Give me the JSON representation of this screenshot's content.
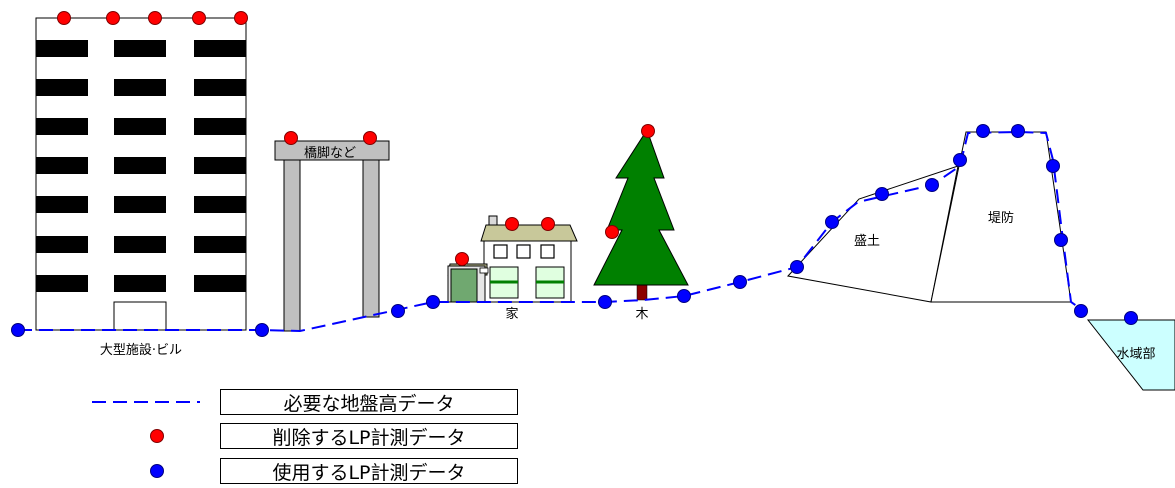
{
  "labels": {
    "building": "大型施設·ビル",
    "bridge": "橋脚など",
    "house": "家",
    "tree": "木",
    "fill": "盛土",
    "levee": "堤防",
    "water": "水域部"
  },
  "legend": {
    "ground_data": "必要な地盤高データ",
    "remove_lp": "削除するLP計測データ",
    "use_lp": "使用するLP計測データ"
  },
  "colors": {
    "red_point": "#ff0000",
    "blue_point": "#0000ff",
    "ground_line": "#0000ff",
    "tree_green": "#008000",
    "water_fill": "#ccffff",
    "gray_structure": "#c0c0c0"
  },
  "icons": {
    "red_point": "red-circle-icon",
    "blue_point": "blue-circle-icon",
    "dashed_line": "dashed-line-icon"
  }
}
